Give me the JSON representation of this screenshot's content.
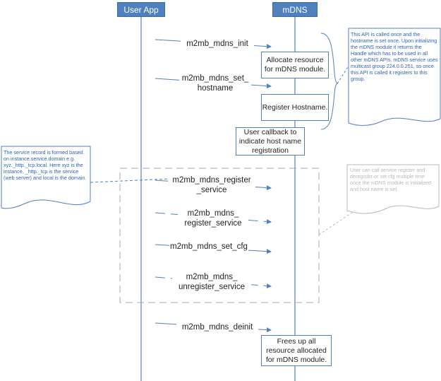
{
  "lifelines": {
    "user_app": "User App",
    "mdns": "mDNS"
  },
  "messages": {
    "init": "m2mb_mdns_init",
    "set_hostname_1": "m2mb_mdns_set_",
    "set_hostname_2": "hostname",
    "register_1": "m2mb_mdns_register",
    "register_2": "_service",
    "register_dashed_1": "m2mb_mdns_",
    "register_dashed_2": "register_service",
    "set_cfg": "m2mb_mdns_set_cfg",
    "unregister_1": "m2mb_mdns_",
    "unregister_2": "unregister_service",
    "deinit": "m2mb_mdns_deinit"
  },
  "boxes": {
    "allocate": "Allocate resource for mDNS module.",
    "register_hostname": "Register Hostname.",
    "callback": "User callback to indicate host name registration",
    "free": "Frees up all resource allocated for mDNS module."
  },
  "notes": {
    "api_note": "This API is called once and the hostname is set once. Upon initializing the mDNS module it returns the Handle which has to be used in all other mDNS APIs. mDNS service uses multicast group 224.0.0.251, so once this API is called it registers to this group.",
    "service_record": "The service record is formed based on instance.service.domain e.g. xyz._http._tcp.local. Here xyz is the instance, _http._tcp is the service (web server) and local is the domain.",
    "user_note": "User can call service register and deregister or set cfg multiple time once the mDNS module is initialized and host name is set."
  },
  "colors": {
    "accent": "#4f81bd",
    "note_text": "#2f62b0",
    "gray": "#b8b8b8"
  }
}
